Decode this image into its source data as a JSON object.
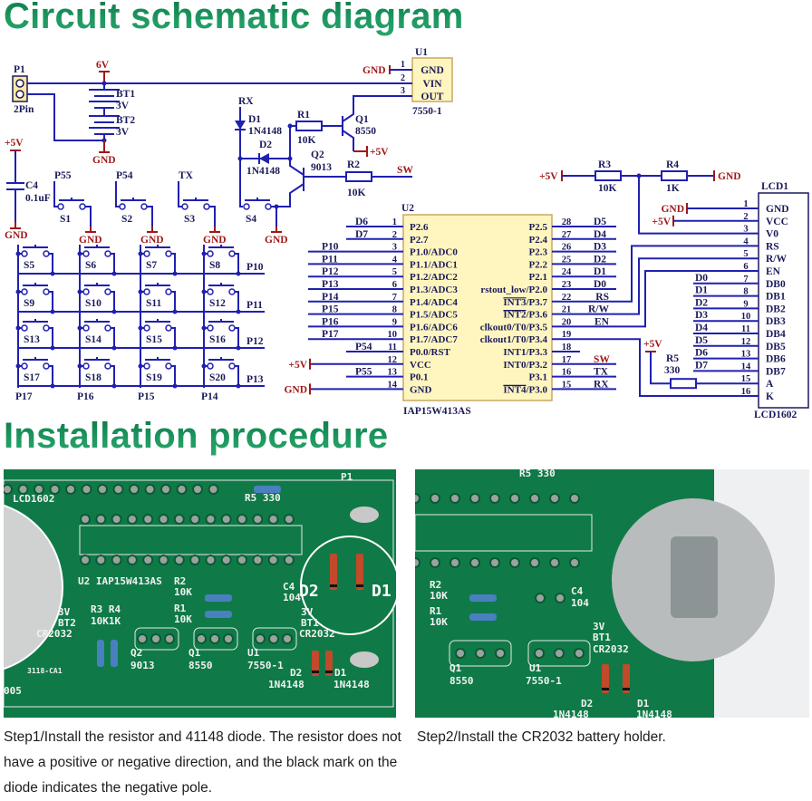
{
  "titles": {
    "schematic": "Circuit schematic diagram",
    "installation": "Installation procedure"
  },
  "colors": {
    "title_green": "#138a55",
    "wire": "#2020b0",
    "power_net": "#a01818",
    "ic_fill": "#fff6bf",
    "pcb_green": "#0f7a47"
  },
  "schematic": {
    "p1": {
      "ref": "P1",
      "value": "2Pin"
    },
    "power": {
      "v6": "6V",
      "gnd": "GND",
      "plus5v": "+5V"
    },
    "bt1": {
      "ref": "BT1",
      "value": "3V"
    },
    "bt2": {
      "ref": "BT2",
      "value": "3V"
    },
    "u1": {
      "ref": "U1",
      "part": "7550-1",
      "pins": [
        {
          "num": "1",
          "name": "GND"
        },
        {
          "num": "2",
          "name": "VIN"
        },
        {
          "num": "3",
          "name": "OUT"
        }
      ]
    },
    "d1": {
      "ref": "D1",
      "value": "1N4148"
    },
    "d2": {
      "ref": "D2",
      "value": "1N4148"
    },
    "r1": {
      "ref": "R1",
      "value": "10K"
    },
    "r2": {
      "ref": "R2",
      "value": "10K"
    },
    "r3": {
      "ref": "R3",
      "value": "10K"
    },
    "r4": {
      "ref": "R4",
      "value": "1K"
    },
    "r5": {
      "ref": "R5",
      "value": "330"
    },
    "q1": {
      "ref": "Q1",
      "value": "8550"
    },
    "q2": {
      "ref": "Q2",
      "value": "9013"
    },
    "c4": {
      "ref": "C4",
      "value": "0.1uF"
    },
    "nets": {
      "rx": "RX",
      "sw": "SW",
      "tx": "TX",
      "p55": "P55",
      "p54": "P54"
    },
    "top_switches": [
      "S1",
      "S2",
      "S3",
      "S4"
    ],
    "matrix": {
      "switches": [
        "S5",
        "S6",
        "S7",
        "S8",
        "S9",
        "S10",
        "S11",
        "S12",
        "S13",
        "S14",
        "S15",
        "S16",
        "S17",
        "S18",
        "S19",
        "S20"
      ],
      "rows": [
        "P10",
        "P11",
        "P12",
        "P13"
      ],
      "cols": [
        "P17",
        "P16",
        "P15",
        "P14"
      ]
    },
    "u2": {
      "ref": "U2",
      "part": "IAP15W413AS",
      "left_pins": [
        {
          "num": "1",
          "name": "P2.6",
          "net": "D6"
        },
        {
          "num": "2",
          "name": "P2.7",
          "net": "D7"
        },
        {
          "num": "3",
          "name": "P1.0/ADC0",
          "net": "P10"
        },
        {
          "num": "4",
          "name": "P1.1/ADC1",
          "net": "P11"
        },
        {
          "num": "5",
          "name": "P1.2/ADC2",
          "net": "P12"
        },
        {
          "num": "6",
          "name": "P1.3/ADC3",
          "net": "P13"
        },
        {
          "num": "7",
          "name": "P1.4/ADC4",
          "net": "P14"
        },
        {
          "num": "8",
          "name": "P1.5/ADC5",
          "net": "P15"
        },
        {
          "num": "9",
          "name": "P1.6/ADC6",
          "net": "P16"
        },
        {
          "num": "10",
          "name": "P1.7/ADC7",
          "net": "P17"
        },
        {
          "num": "11",
          "name": "P0.0/RST",
          "net": "P54"
        },
        {
          "num": "12",
          "name": "VCC",
          "net": "+5V"
        },
        {
          "num": "13",
          "name": "P0.1",
          "net": "P55"
        },
        {
          "num": "14",
          "name": "GND",
          "net": "GND"
        }
      ],
      "right_pins": [
        {
          "num": "28",
          "name": "P2.5",
          "net": "D5"
        },
        {
          "num": "27",
          "name": "P2.4",
          "net": "D4"
        },
        {
          "num": "26",
          "name": "P2.3",
          "net": "D3"
        },
        {
          "num": "25",
          "name": "P2.2",
          "net": "D2"
        },
        {
          "num": "24",
          "name": "P2.1",
          "net": "D1"
        },
        {
          "num": "23",
          "name": "rstout_low/P2.0",
          "net": "D0"
        },
        {
          "num": "22",
          "name": "INT3/P3.7",
          "net": "RS",
          "overline": "INT3"
        },
        {
          "num": "21",
          "name": "INT2/P3.6",
          "net": "R/W",
          "overline": "INT2"
        },
        {
          "num": "20",
          "name": "clkout0/T0/P3.5",
          "net": "EN"
        },
        {
          "num": "19",
          "name": "clkout1/T0/P3.4",
          "net": ""
        },
        {
          "num": "18",
          "name": "INT1/P3.3",
          "net": ""
        },
        {
          "num": "17",
          "name": "INT0/P3.2",
          "net": "SW"
        },
        {
          "num": "16",
          "name": "P3.1",
          "net": "TX"
        },
        {
          "num": "15",
          "name": "INT4/P3.0",
          "net": "RX",
          "overline": "INT4"
        }
      ]
    },
    "lcd": {
      "ref": "LCD1",
      "part": "LCD1602",
      "pins": [
        {
          "num": "1",
          "name": "GND"
        },
        {
          "num": "2",
          "name": "VCC"
        },
        {
          "num": "3",
          "name": "V0"
        },
        {
          "num": "4",
          "name": "RS"
        },
        {
          "num": "5",
          "name": "R/W"
        },
        {
          "num": "6",
          "name": "EN"
        },
        {
          "num": "7",
          "name": "DB0"
        },
        {
          "num": "8",
          "name": "DB1"
        },
        {
          "num": "9",
          "name": "DB2"
        },
        {
          "num": "10",
          "name": "DB3"
        },
        {
          "num": "11",
          "name": "DB4"
        },
        {
          "num": "12",
          "name": "DB5"
        },
        {
          "num": "13",
          "name": "DB6"
        },
        {
          "num": "14",
          "name": "DB7"
        },
        {
          "num": "15",
          "name": "A"
        },
        {
          "num": "16",
          "name": "K"
        }
      ],
      "data_nets": [
        "D0",
        "D1",
        "D2",
        "D3",
        "D4",
        "D5",
        "D6",
        "D7"
      ]
    }
  },
  "photos": {
    "step1": {
      "silkscreen": [
        "LCD1602",
        "R5  330",
        "P1",
        "U2  IAP15W413AS",
        "R2",
        "10K",
        "R1",
        "10K",
        "C4",
        "104",
        "3V",
        "BT2",
        "CR2032",
        "R3 R4",
        "10K1K",
        "Q2",
        "9013",
        "Q1",
        "8550",
        "U1",
        "7550-1",
        "3V",
        "BT1",
        "CR2032",
        "D2",
        "1N4148",
        "D1",
        "1N4148",
        "3118-CA1",
        "005"
      ],
      "magnifier": [
        "D2",
        "D1"
      ]
    },
    "step2": {
      "silkscreen": [
        "R5  330",
        "R2",
        "10K",
        "R1",
        "10K",
        "C4",
        "104",
        "3V",
        "BT1",
        "CR2032",
        "Q1",
        "8550",
        "U1",
        "7550-1",
        "D2",
        "1N4148",
        "D1",
        "1N4148"
      ]
    }
  },
  "captions": {
    "step1": "Step1/Install the resistor and 41148 diode. The resistor does not have a positive or negative direction, and the black mark on the diode indicates the negative pole.",
    "step2": "Step2/Install the CR2032 battery holder."
  }
}
